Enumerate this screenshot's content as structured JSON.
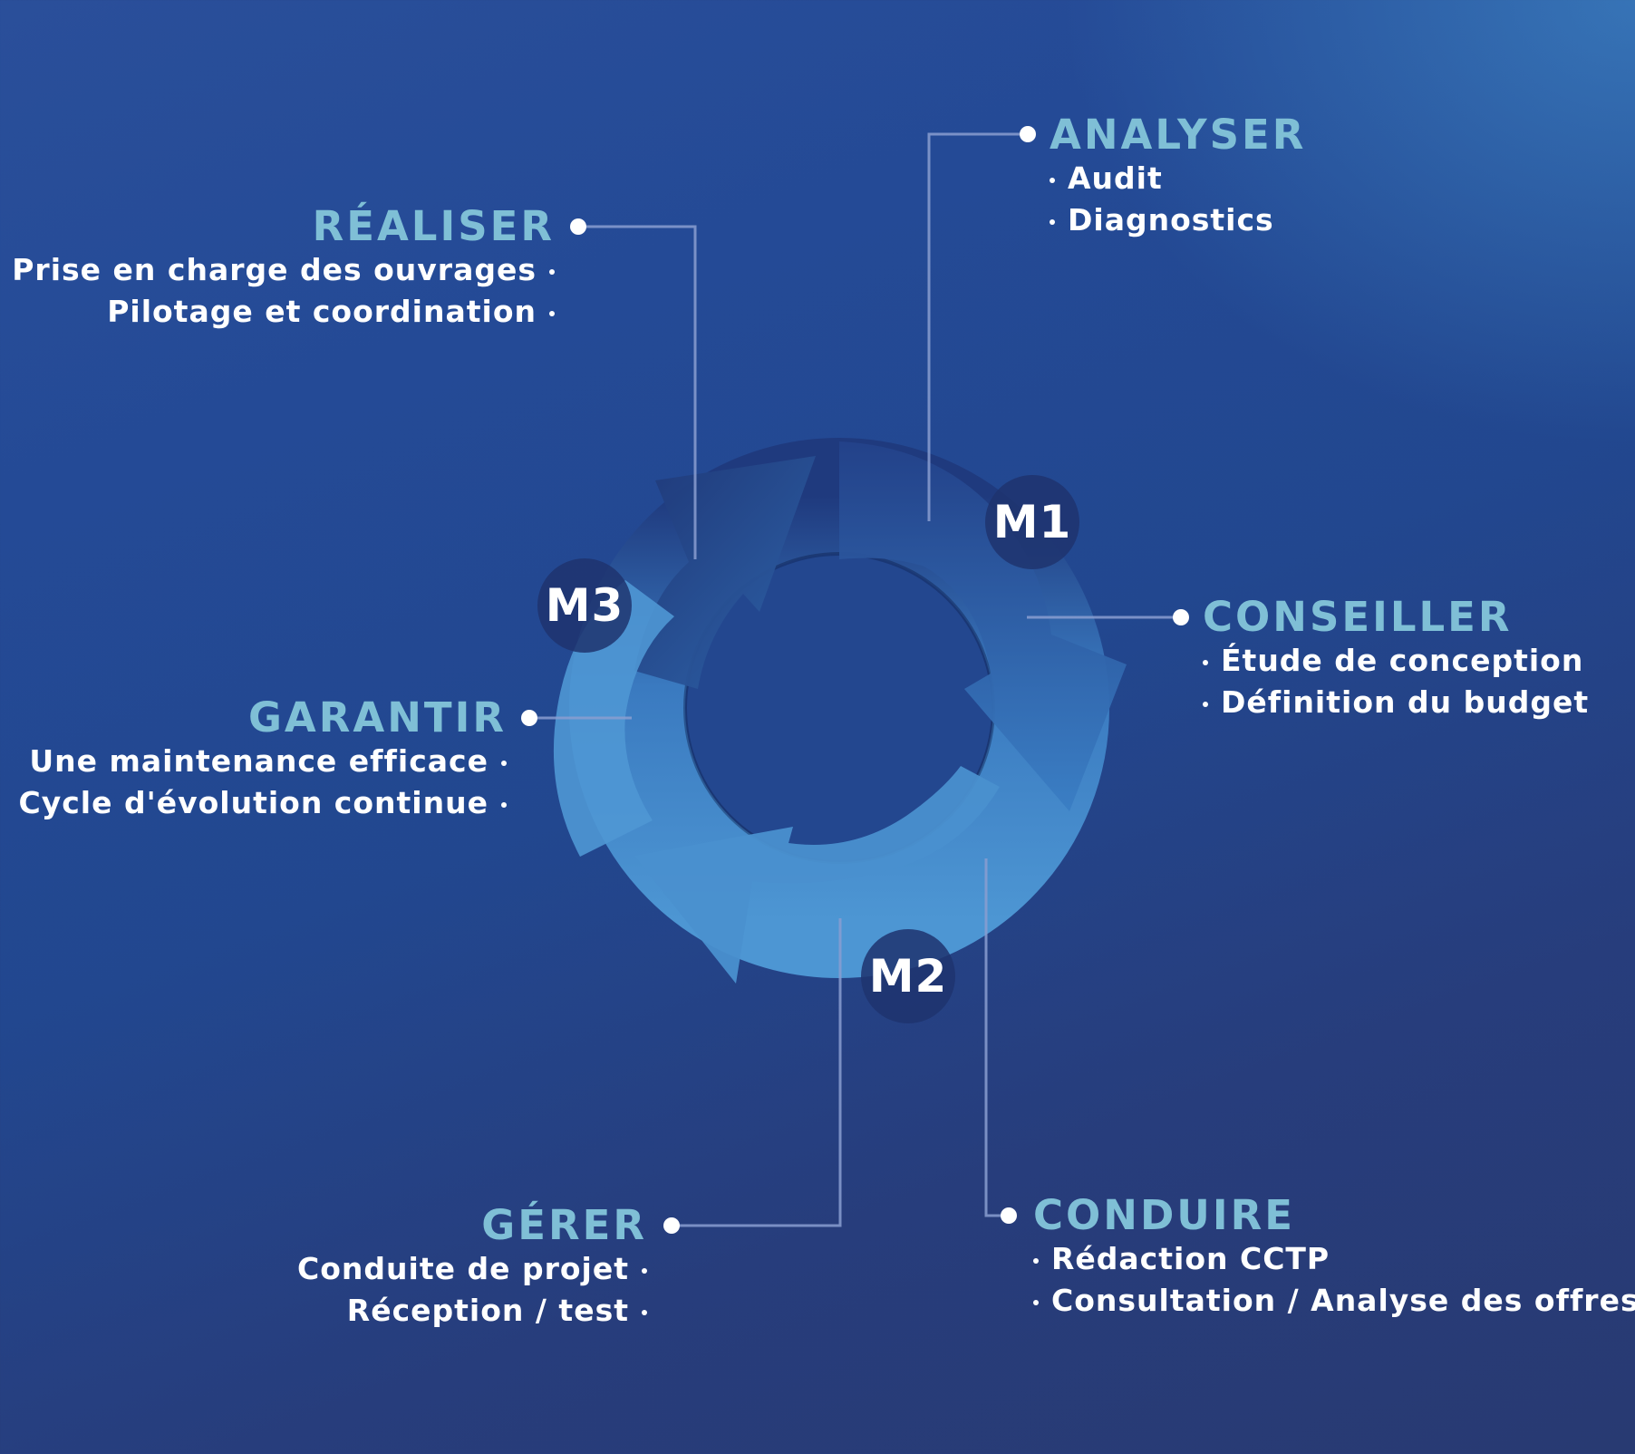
{
  "colors": {
    "title_color": "#7fbfd6",
    "text_color": "#ffffff",
    "connector_color": "#8a9ed0",
    "arrow_light": "#4a90cf",
    "arrow_dark": "#1f3876"
  },
  "milestones": {
    "m1": "M1",
    "m2": "M2",
    "m3": "M3"
  },
  "steps": {
    "analyser": {
      "title": "ANALYSER",
      "items": [
        "Audit",
        "Diagnostics"
      ]
    },
    "conseiller": {
      "title": "CONSEILLER",
      "items": [
        "Étude de conception",
        "Définition du budget"
      ]
    },
    "conduire": {
      "title": "CONDUIRE",
      "items": [
        "Rédaction CCTP",
        "Consultation / Analyse des offres"
      ]
    },
    "gerer": {
      "title": "GÉRER",
      "items": [
        "Conduite de projet",
        "Réception / test"
      ]
    },
    "garantir": {
      "title": "GARANTIR",
      "items": [
        "Une maintenance efficace",
        "Cycle d'évolution continue"
      ]
    },
    "realiser": {
      "title": "RÉALISER",
      "items": [
        "Prise en charge des ouvrages",
        "Pilotage et coordination"
      ]
    }
  }
}
